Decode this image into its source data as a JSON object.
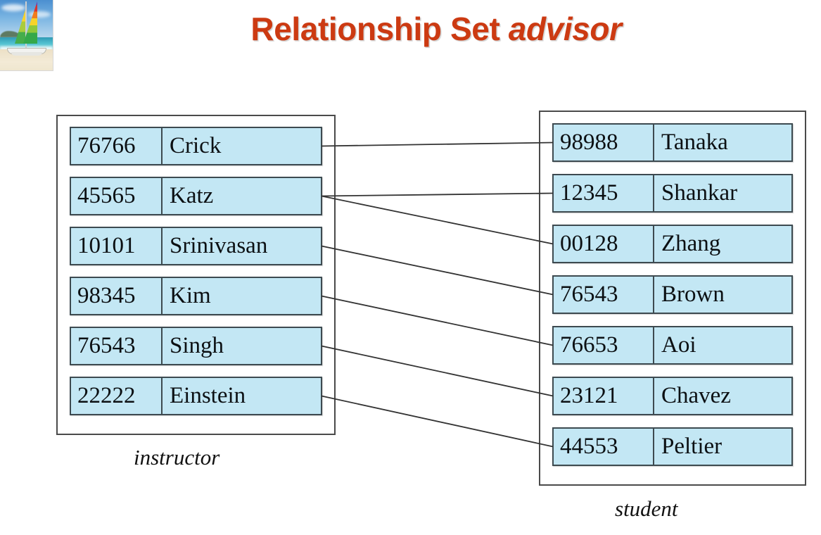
{
  "slide": {
    "title_main": "Relationship Set ",
    "title_emphasis": "advisor",
    "title_color": "#cc3a12",
    "background_color": "#ffffff"
  },
  "logo": {
    "name": "sailboat-beach-photo",
    "description": "sailboat with rainbow-striped sails on a beach"
  },
  "entity_sets": [
    {
      "key": "instructor",
      "caption": "instructor",
      "row_fill_color": "#c3e7f4",
      "row_border_color": "#3d4a50",
      "rows": [
        {
          "id": "76766",
          "name": "Crick"
        },
        {
          "id": "45565",
          "name": "Katz"
        },
        {
          "id": "10101",
          "name": "Srinivasan"
        },
        {
          "id": "98345",
          "name": "Kim"
        },
        {
          "id": "76543",
          "name": "Singh"
        },
        {
          "id": "22222",
          "name": "Einstein"
        }
      ]
    },
    {
      "key": "student",
      "caption": "student",
      "row_fill_color": "#c3e7f4",
      "row_border_color": "#3d4a50",
      "rows": [
        {
          "id": "98988",
          "name": "Tanaka"
        },
        {
          "id": "12345",
          "name": "Shankar"
        },
        {
          "id": "00128",
          "name": "Zhang"
        },
        {
          "id": "76543",
          "name": "Brown"
        },
        {
          "id": "76653",
          "name": "Aoi"
        },
        {
          "id": "23121",
          "name": "Chavez"
        },
        {
          "id": "44553",
          "name": "Peltier"
        }
      ]
    }
  ],
  "relationships": {
    "name": "advisor",
    "line_color": "#333333",
    "pairs": [
      {
        "instructor": "76766",
        "student": "98988"
      },
      {
        "instructor": "45565",
        "student": "12345"
      },
      {
        "instructor": "45565",
        "student": "00128"
      },
      {
        "instructor": "10101",
        "student": "76543"
      },
      {
        "instructor": "98345",
        "student": "76653"
      },
      {
        "instructor": "76543",
        "student": "23121"
      },
      {
        "instructor": "22222",
        "student": "44553"
      }
    ]
  }
}
